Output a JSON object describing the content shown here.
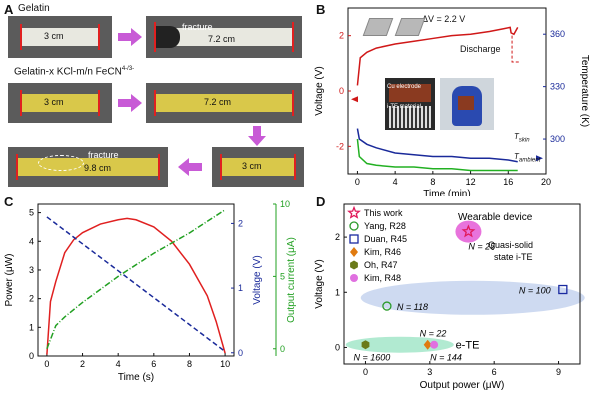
{
  "panel_a": {
    "letter": "A",
    "title_gelatin": "Gelatin",
    "title_composite": "Gelatin-x KCl-m/n FeCN",
    "title_sup": "4-/3-",
    "len_initial": "3 cm",
    "len_stretch": "7.2 cm",
    "len_final": "9.8 cm",
    "fracture_label": "fracture",
    "colors": {
      "gelatin_strip": "#e8e8e0",
      "composite_strip": "#d9c84a",
      "arrow": "#c85ad6",
      "marker": "#e02020"
    }
  },
  "panel_b": {
    "letter": "B",
    "delta_v": "ΔV = 2.2 V",
    "discharge": "Discharge",
    "cu_label": "Cu electrode",
    "ite_label": "i-TE material",
    "tskin": "T",
    "tskin_sub": "skin",
    "tamb": "T",
    "tamb_sub": "ambient",
    "chart_data": {
      "type": "line",
      "xlabel": "Time (min)",
      "ylabel": "Voltage (V)",
      "y2label": "Temperature (K)",
      "xlim": [
        -1,
        20
      ],
      "ylim": [
        -3,
        3
      ],
      "y2lim": [
        280,
        375
      ],
      "xticks": [
        0,
        4,
        8,
        12,
        16,
        20
      ],
      "yticks": [
        -2,
        0,
        2
      ],
      "y2ticks": [
        300,
        330,
        360
      ],
      "series": [
        {
          "color": "#d01818",
          "x": [
            0,
            0.3,
            1,
            2,
            4,
            6,
            8,
            10,
            12,
            14,
            15.5,
            16.2,
            16.3,
            16.6,
            17
          ],
          "y": [
            0.2,
            1.2,
            1.4,
            1.55,
            1.7,
            1.8,
            1.9,
            2.0,
            2.05,
            2.15,
            2.25,
            2.3,
            2.1,
            2.05,
            2.3
          ]
        },
        {
          "color": "#1a2a9a",
          "x": [
            0,
            0.2,
            1,
            2,
            4,
            6,
            8,
            10,
            12,
            14,
            16,
            17
          ],
          "y": [
            306,
            300,
            297,
            295,
            292,
            291,
            290,
            290,
            289,
            289,
            288,
            287
          ]
        },
        {
          "color": "#22b022",
          "x": [
            0,
            0.2,
            1,
            2,
            4,
            6,
            8,
            10,
            12,
            14,
            16,
            17
          ],
          "y": [
            300,
            290,
            286,
            285,
            284,
            284,
            283,
            283,
            282,
            282,
            282,
            282
          ]
        }
      ]
    }
  },
  "panel_c": {
    "letter": "C",
    "chart_data": {
      "type": "line",
      "xlabel": "Time (s)",
      "ylabel": "Power (μW)",
      "y2label": "Voltage (V)",
      "y3label": "Output current (μA)",
      "xlim": [
        -0.5,
        10.5
      ],
      "ylim": [
        0,
        5.3
      ],
      "y2lim": [
        -0.05,
        2.3
      ],
      "y3lim": [
        -0.5,
        10
      ],
      "xticks": [
        0,
        2,
        4,
        6,
        8,
        10
      ],
      "yticks": [
        0,
        1,
        2,
        3,
        4,
        5
      ],
      "y2ticks": [
        0,
        1,
        2
      ],
      "y3ticks": [
        0,
        5,
        10
      ],
      "series": [
        {
          "color": "#e02020",
          "x": [
            0,
            0.2,
            0.5,
            1,
            1.5,
            2,
            3,
            4,
            4.5,
            5,
            6,
            7,
            8,
            9,
            9.5,
            10
          ],
          "y": [
            0.05,
            1.9,
            2.6,
            3.6,
            4.05,
            4.3,
            4.6,
            4.75,
            4.8,
            4.75,
            4.5,
            4.0,
            3.2,
            2.1,
            1.2,
            0.1
          ]
        },
        {
          "color": "#1a2a9a",
          "x": [
            0,
            10
          ],
          "y": [
            2.1,
            0.02
          ]
        },
        {
          "color": "#22a022",
          "x": [
            0,
            0.5,
            1,
            2,
            4,
            6,
            8,
            10
          ],
          "y": [
            0,
            1.6,
            2.2,
            3.2,
            5.0,
            6.6,
            8.0,
            9.6
          ]
        }
      ]
    }
  },
  "panel_d": {
    "letter": "D",
    "wearable_label": "Wearable device",
    "quasi_label": "Quasi-solid",
    "quasi_label2": "state i-TE",
    "ete_label": "e-TE",
    "legend": [
      {
        "label": "This work",
        "marker": "star",
        "color": "#e01a5a"
      },
      {
        "label": "Yang, R28",
        "marker": "circle-open",
        "color": "#2a9a2a"
      },
      {
        "label": "Duan, R45",
        "marker": "square-open",
        "color": "#1a2aa0"
      },
      {
        "label": "Kim, R46",
        "marker": "diamond",
        "color": "#e07a10"
      },
      {
        "label": "Oh, R47",
        "marker": "hexagon",
        "color": "#6a7a1a"
      },
      {
        "label": "Kim, R48",
        "marker": "circle",
        "color": "#e070e0"
      }
    ],
    "chart_data": {
      "type": "scatter",
      "xlabel": "Output power (μW)",
      "ylabel": "Voltage (V)",
      "xlim": [
        -1,
        10
      ],
      "ylim": [
        -0.3,
        2.6
      ],
      "xticks": [
        0,
        3,
        6,
        9
      ],
      "yticks": [
        0,
        1,
        2
      ],
      "points": [
        {
          "label": "This work",
          "x": 4.8,
          "y": 2.1,
          "n": "N = 25"
        },
        {
          "label": "Yang, R28",
          "x": 1.0,
          "y": 0.75,
          "n": "N = 118"
        },
        {
          "label": "Duan, R45",
          "x": 9.2,
          "y": 1.05,
          "n": "N = 100"
        },
        {
          "label": "Kim, R46",
          "x": 2.9,
          "y": 0.05,
          "n": "N = 22"
        },
        {
          "label": "Oh, R47",
          "x": 0.0,
          "y": 0.05,
          "n": "N = 1600"
        },
        {
          "label": "Kim, R48",
          "x": 3.2,
          "y": 0.05,
          "n": "N = 144"
        }
      ]
    }
  }
}
